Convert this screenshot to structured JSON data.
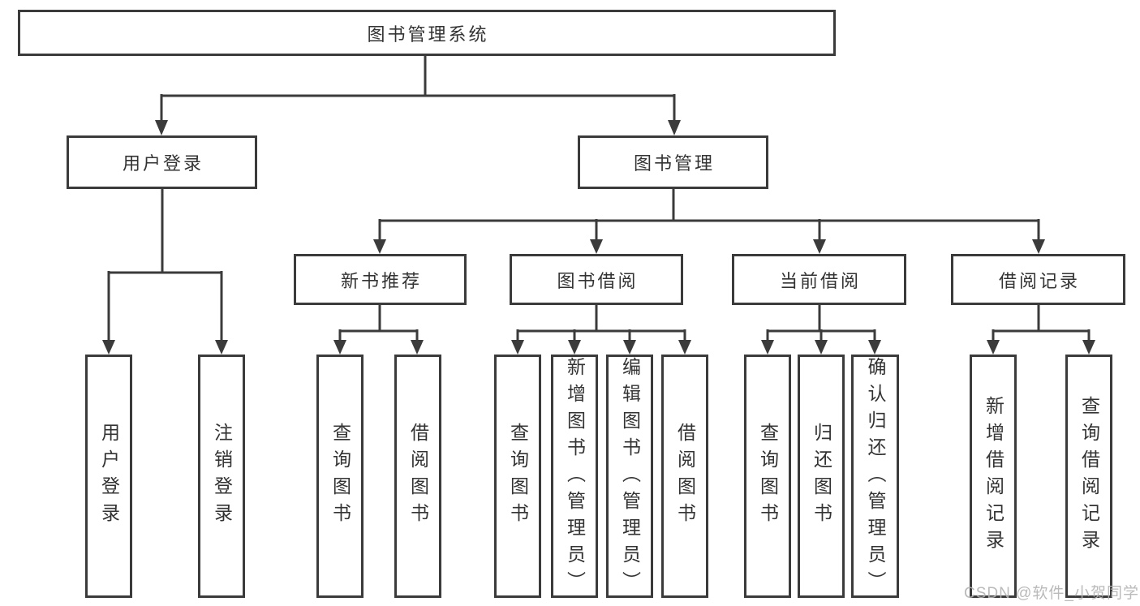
{
  "tree": {
    "root": "图书管理系统",
    "children": [
      {
        "label": "用户登录",
        "children": [
          "用户登录",
          "注销登录"
        ]
      },
      {
        "label": "图书管理",
        "children": [
          {
            "label": "新书推荐",
            "children": [
              "查询图书",
              "借阅图书"
            ]
          },
          {
            "label": "图书借阅",
            "children": [
              "查询图书",
              "新增图书（管理员）",
              "编辑图书（管理员）",
              "借阅图书"
            ]
          },
          {
            "label": "当前借阅",
            "children": [
              "查询图书",
              "归还图书",
              "确认归还（管理员）"
            ]
          },
          {
            "label": "借阅记录",
            "children": [
              "新增借阅记录",
              "查询借阅记录"
            ]
          }
        ]
      }
    ]
  },
  "watermark": {
    "text": "CSDN @软件_小贺同学"
  },
  "colors": {
    "line": "#3b3b3b",
    "text": "#333333",
    "background": "#ffffff",
    "watermark": "#b3b3b3"
  }
}
